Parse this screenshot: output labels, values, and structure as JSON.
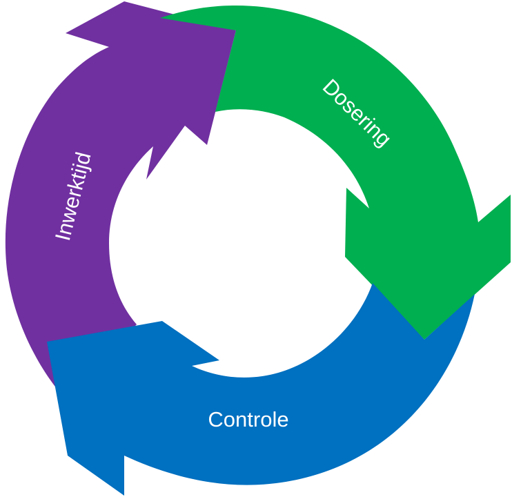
{
  "diagram": {
    "type": "cycle",
    "segments": [
      {
        "id": "dosering",
        "label": "Dosering",
        "color": "#00AF50"
      },
      {
        "id": "controle",
        "label": "Controle",
        "color": "#0070C0"
      },
      {
        "id": "inwerktijd",
        "label": "Inwerktijd",
        "color": "#7030A0"
      }
    ]
  }
}
